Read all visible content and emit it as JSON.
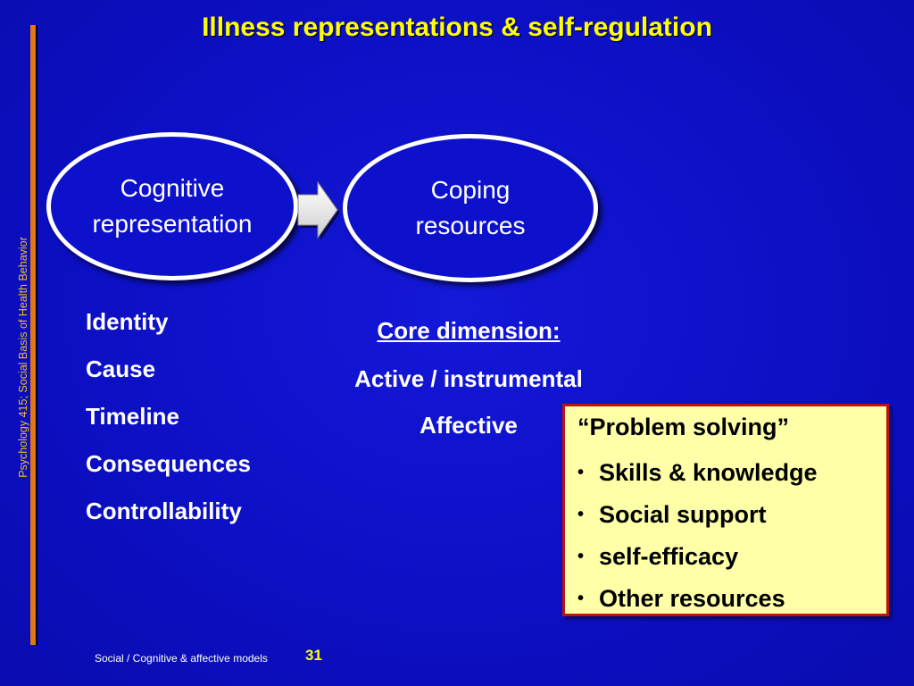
{
  "slide": {
    "title": "Illness representations & self-regulation",
    "side_label": "Psychology 415; Social Basis of Health Behavior",
    "footer": "Social / Cognitive & affective models",
    "page_number": "31"
  },
  "diagram": {
    "node_1": {
      "line_1": "Cognitive",
      "line_2": "representation"
    },
    "node_2": {
      "line_1": "Coping",
      "line_2": "resources"
    }
  },
  "representation_items": [
    "Identity",
    "Cause",
    "Timeline",
    "Consequences",
    "Controllability"
  ],
  "core": {
    "heading": "Core dimension:",
    "items": [
      "Active / instrumental",
      "Affective"
    ]
  },
  "box": {
    "heading": "“Problem solving”",
    "bullet": "•",
    "items": [
      "Skills & knowledge",
      "Social support",
      "self-efficacy",
      "Other resources"
    ]
  }
}
